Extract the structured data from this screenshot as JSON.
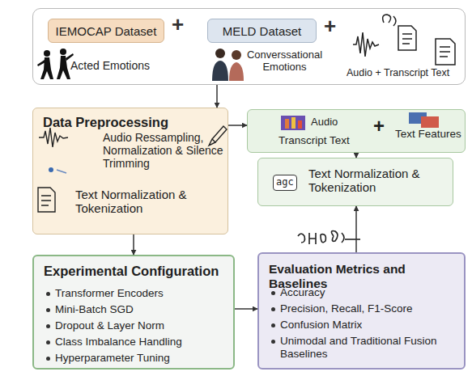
{
  "diagram": {
    "nodes": [
      {
        "text": [
          "Acted Emotions",
          "Converssational Emotions",
          "Audio + Transcript Text"
        ]
      },
      {
        "text": [
          "IEMOCAP Dataset"
        ],
        "in": 0
      },
      {
        "text": [
          "MELD Dataset"
        ],
        "in": 0
      },
      {
        "text": [
          "Data Preprocessing",
          "Audio Ressampling, Normalization & Silence Trimming",
          "Text Normalization & Tokenization"
        ]
      },
      {
        "text": [
          "Audio",
          "+",
          "Transcript Text",
          "Text Features"
        ]
      },
      {
        "text": [
          "agc",
          "Text Normalization & Tokenization"
        ]
      },
      {
        "text": [
          "Experimental Configuration",
          "Transformer Encoders",
          "Mini-Batch SGD",
          "Dropout & Layer Norm",
          "Class Imbalance Handling",
          "Hyperparameter Tuning"
        ]
      },
      {
        "text": [
          "Evaluation Metrics and Baselines",
          "Accuracy",
          "Precision, Recall, F1-Score",
          "Confusion Matrix",
          "Unimodal and Traditional Fusion Baselines"
        ]
      }
    ],
    "edges": [
      {
        "from": 0,
        "to": 3,
        "arrow": "to"
      },
      {
        "from": 3,
        "to": 4,
        "arrow": "to"
      },
      {
        "from": 4,
        "to": 5,
        "arrow": "to"
      },
      {
        "from": 3,
        "to": 6,
        "arrow": "to"
      },
      {
        "from": 6,
        "to": 7,
        "arrow": "to"
      },
      {
        "from": 7,
        "to": 5,
        "arrow": "to"
      }
    ],
    "labels": [
      "+",
      "+"
    ]
  }
}
